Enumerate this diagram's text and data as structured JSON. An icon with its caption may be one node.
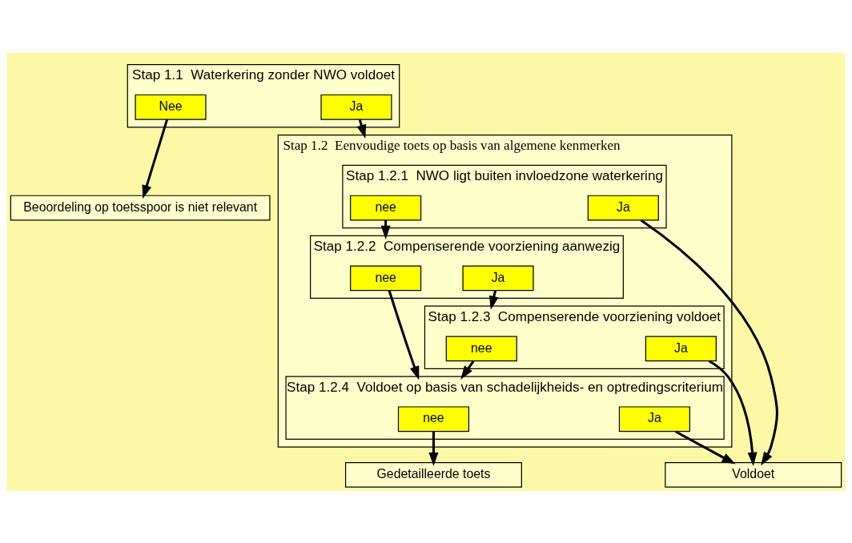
{
  "diagram": {
    "nodes": [
      {
        "text": [
          "Stap 1.1  Waterkering zonder NWO voldoet"
        ]
      },
      {
        "text": [
          "Nee"
        ],
        "in": 0
      },
      {
        "text": [
          "Ja"
        ],
        "in": 0
      },
      {
        "text": [
          "Stap 1.2  Eenvoudige toets op basis van algemene kenmerken"
        ]
      },
      {
        "text": [
          "Stap 1.2.1  NWO ligt buiten invloedzone waterkering"
        ],
        "in": 3
      },
      {
        "text": [
          "nee"
        ],
        "in": 4
      },
      {
        "text": [
          "Ja"
        ],
        "in": 4
      },
      {
        "text": [
          "Stap 1.2.2  Compenserende voorziening aanwezig"
        ],
        "in": 3
      },
      {
        "text": [
          "nee"
        ],
        "in": 7
      },
      {
        "text": [
          "Ja"
        ],
        "in": 7
      },
      {
        "text": [
          "Stap 1.2.3  Compenserende voorziening voldoet"
        ],
        "in": 3
      },
      {
        "text": [
          "nee"
        ],
        "in": 10
      },
      {
        "text": [
          "Ja"
        ],
        "in": 10
      },
      {
        "text": [
          "Stap 1.2.4  Voldoet op basis van schadelijkheids- en optredingscriterium"
        ],
        "in": 3
      },
      {
        "text": [
          "nee"
        ],
        "in": 13
      },
      {
        "text": [
          "Ja"
        ],
        "in": 13
      },
      {
        "text": [
          "Gedetailleerde toets"
        ]
      },
      {
        "text": [
          "Voldoet"
        ]
      },
      {
        "text": [
          "Beoordeling op toetsspoor is niet relevant"
        ]
      }
    ],
    "edges": [
      {
        "from": 1,
        "to": 18,
        "arrow": "to"
      },
      {
        "from": 2,
        "to": 3,
        "arrow": "to"
      },
      {
        "from": 5,
        "to": 7,
        "arrow": "to"
      },
      {
        "from": 6,
        "to": 17,
        "arrow": "to"
      },
      {
        "from": 8,
        "to": 13,
        "arrow": "to"
      },
      {
        "from": 9,
        "to": 10,
        "arrow": "to"
      },
      {
        "from": 11,
        "to": 13,
        "arrow": "to"
      },
      {
        "from": 12,
        "to": 17,
        "arrow": "to"
      },
      {
        "from": 14,
        "to": 16,
        "arrow": "to"
      },
      {
        "from": 15,
        "to": 17,
        "arrow": "to"
      }
    ]
  }
}
